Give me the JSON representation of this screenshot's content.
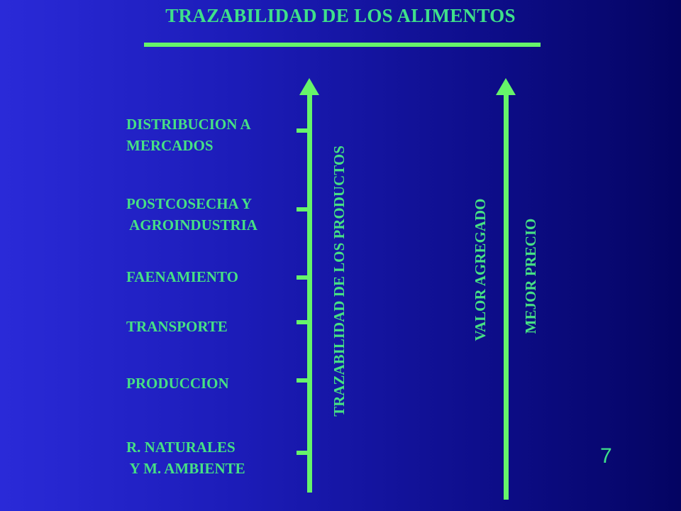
{
  "title": "TRAZABILIDAD DE LOS ALIMENTOS",
  "stages": [
    {
      "line1": "DISTRIBUCION A",
      "line2": "MERCADOS"
    },
    {
      "line1": "POSTCOSECHA Y",
      "line2": " AGROINDUSTRIA"
    },
    {
      "line1": "FAENAMIENTO",
      "line2": ""
    },
    {
      "line1": "TRANSPORTE",
      "line2": ""
    },
    {
      "line1": "PRODUCCION",
      "line2": ""
    },
    {
      "line1": "R. NATURALES",
      "line2": " Y M. AMBIENTE"
    }
  ],
  "axis_labels": {
    "trazabilidad": "TRAZABILIDAD DE LOS PRODUCTOS",
    "valor": "VALOR AGREGADO",
    "precio": "MEJOR PRECIO"
  },
  "page_number": "7",
  "colors": {
    "accent_green": "#66f46a",
    "text_green": "#46e084",
    "background_blue": "#1c1cb8"
  }
}
